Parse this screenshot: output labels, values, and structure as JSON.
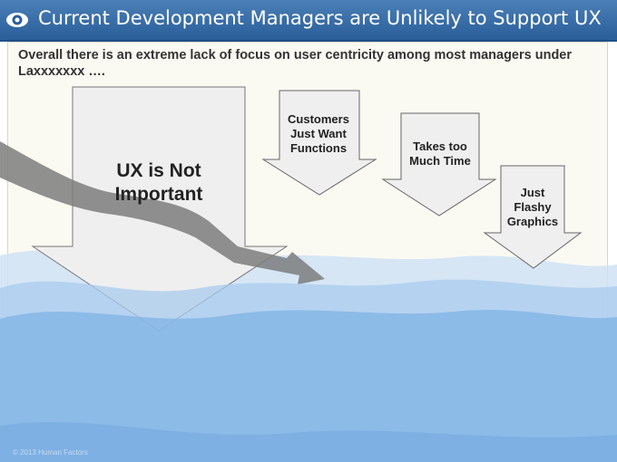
{
  "slide": {
    "title": "Current Development Managers are Unlikely to Support UX",
    "subtitle": "Overall there is an extreme lack of focus on user centricity among most managers under Laxxxxxxx ….",
    "arrows": [
      {
        "label_line1": "UX is Not",
        "label_line2": "Important"
      },
      {
        "label_line1": "Customers",
        "label_line2": "Just Want",
        "label_line3": "Functions"
      },
      {
        "label_line1": "Takes too",
        "label_line2": "Much Time"
      },
      {
        "label_line1": "Just",
        "label_line2": "Flashy",
        "label_line3": "Graphics"
      }
    ],
    "copyright": "© 2013 Human Factors"
  },
  "colors": {
    "title_bar": "#2f649f",
    "water_light": "#cfe2f6",
    "water_mid": "#a9cbee",
    "water_deep": "#7fb3e6",
    "arrow_fill": "#efefef",
    "arrow_stroke": "#666666"
  },
  "icons": {
    "logo": "eye-logo-icon",
    "trend": "downward-trend-arrow-icon"
  }
}
